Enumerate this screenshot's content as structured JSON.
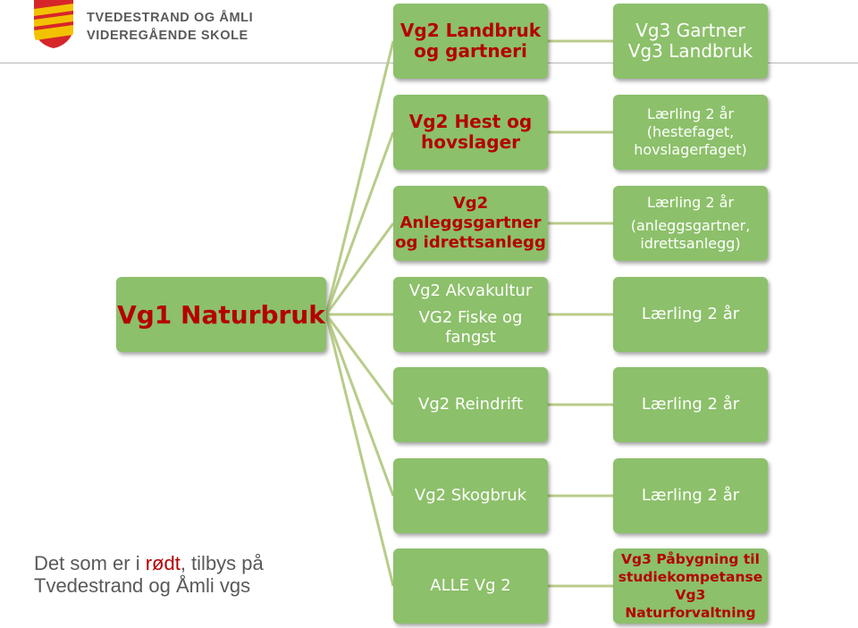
{
  "header": {
    "school_line1": "TVEDESTRAND OG ÅMLI",
    "school_line2": "VIDEREGÅENDE SKOLE",
    "crest": "county-crest-icon"
  },
  "colors": {
    "box": "#8cc06a",
    "connector": "#b8cc8a",
    "red_text": "#b40000",
    "note_text": "#595959"
  },
  "main": {
    "vg1": "Vg1 Naturbruk"
  },
  "vg2": {
    "landbruk": {
      "line1": "Vg2 Landbruk",
      "line2": "og gartneri"
    },
    "hest": {
      "line1": "Vg2 Hest og",
      "line2": "hovslager"
    },
    "anlegg": {
      "line1": "Vg2",
      "line2": "Anleggsgartner",
      "line3": "og idrettsanlegg"
    },
    "akva": {
      "line1": "Vg2 Akvakultur",
      "line2": "VG2 Fiske og",
      "line3": "fangst"
    },
    "reindrift": "Vg2 Reindrift",
    "skogbruk": "Vg2 Skogbruk",
    "alle": "ALLE Vg 2"
  },
  "vg3": {
    "gartner": {
      "line1": "Vg3 Gartner",
      "line2": "Vg3 Landbruk"
    },
    "hest": {
      "line1": "Lærling 2 år",
      "line2": "(hestefaget,",
      "line3": "hovslagerfaget)"
    },
    "anlegg": {
      "line1": "Lærling 2 år",
      "line2": "(anleggsgartner,",
      "line3": "idrettsanlegg)"
    },
    "akva": "Lærling 2 år",
    "reindrift": "Lærling 2 år",
    "skogbruk": "Lærling 2 år",
    "pabygg": {
      "line1": "Vg3 Påbygning til",
      "line2": "studiekompetanse",
      "line3": "Vg3",
      "line4": "Naturforvaltning"
    }
  },
  "note": {
    "part1": "Det som er i ",
    "red_word": "rødt",
    "part2": ", tilbys på",
    "line2": "Tvedestrand og Åmli vgs"
  }
}
